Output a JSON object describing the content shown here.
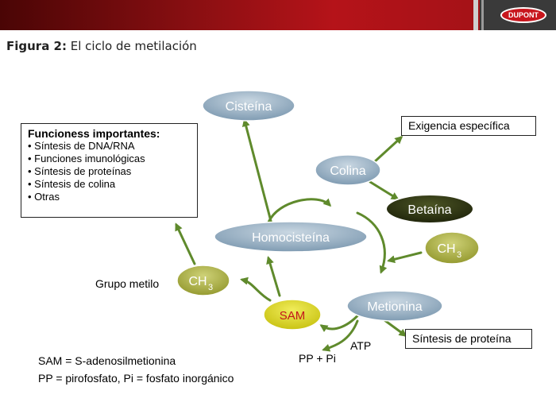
{
  "header": {
    "logo_text": "DUPONT"
  },
  "title": {
    "prefix": "Figura 2:",
    "text": " El ciclo de metilación"
  },
  "nodes": {
    "cisteina": "Cisteína",
    "colina": "Colina",
    "betaina": "Betaína",
    "homocisteina": "Homocisteína",
    "ch3_right": "CH",
    "ch3_right_sub": "3",
    "ch3_left": "CH",
    "ch3_left_sub": "3",
    "sam": "SAM",
    "metionina": "Metionina"
  },
  "functions": {
    "heading": "Funcioness importantes:",
    "items": [
      "• Síntesis de DNA/RNA",
      "• Funciones imunológicas",
      "• Síntesis de proteínas",
      "• Síntesis de colina",
      "• Otras"
    ]
  },
  "boxes": {
    "exigencia": "Exigencia específica",
    "sintesis_proteina": "Síntesis de proteína"
  },
  "labels": {
    "grupo_metilo": "Grupo metilo",
    "atp": "ATP",
    "pp_pi": "PP + Pi"
  },
  "legend": {
    "line1": "SAM = S-adenosilmetionina",
    "line2": "PP = pirofosfato, Pi = fosfato inorgánico"
  },
  "colors": {
    "arrow": "#5f8a2c",
    "blue_node": "#8fa9bd",
    "olive_node": "#a8ad45",
    "dark_node": "#2f3514",
    "sam_node": "#d7d21c",
    "sam_text": "#c4161c"
  }
}
